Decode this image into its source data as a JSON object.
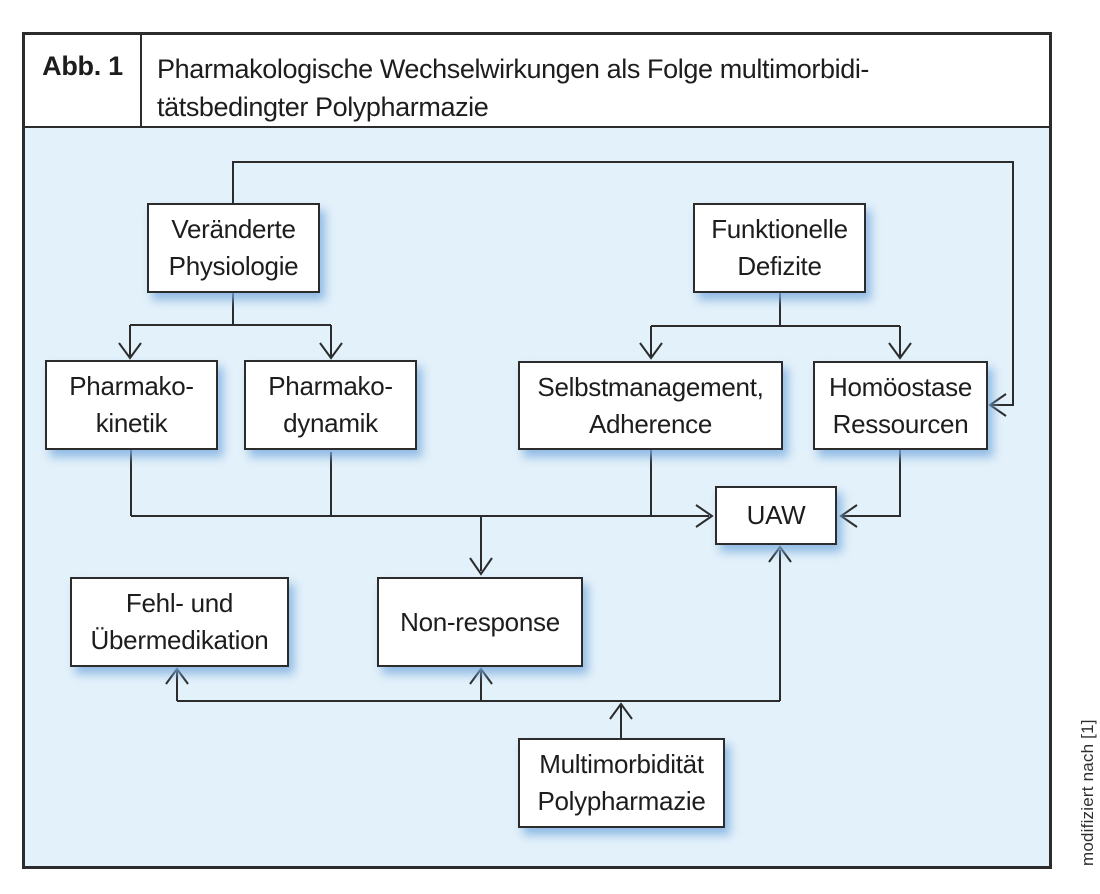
{
  "figure": {
    "label": "Abb. 1",
    "title_line1": "Pharmakologische Wechselwirkungen als Folge multimorbidi-",
    "title_line2": "tätsbedingter Polypharmazie",
    "side_credit": "modifiziert nach [1]"
  },
  "nodes": {
    "veraenderte_physiologie": {
      "line1": "Veränderte",
      "line2": "Physiologie"
    },
    "funktionelle_defizite": {
      "line1": "Funktionelle",
      "line2": "Defizite"
    },
    "pharmakokinetik": {
      "line1": "Pharmako-",
      "line2": "kinetik"
    },
    "pharmakodynamik": {
      "line1": "Pharmako-",
      "line2": "dynamik"
    },
    "selbstmanagement": {
      "line1": "Selbstmanagement,",
      "line2": "Adherence"
    },
    "homoeostase": {
      "line1": "Homöostase",
      "line2": "Ressourcen"
    },
    "uaw": {
      "line1": "UAW",
      "line2": ""
    },
    "fehl_uebermedikation": {
      "line1": "Fehl- und",
      "line2": "Übermedikation"
    },
    "non_response": {
      "line1": "Non-response",
      "line2": ""
    },
    "multimorbiditaet": {
      "line1": "Multimorbidität",
      "line2": "Polypharmazie"
    }
  },
  "edges": [
    {
      "from": "Veränderte Physiologie",
      "to": "Pharmakokinetik"
    },
    {
      "from": "Veränderte Physiologie",
      "to": "Pharmakodynamik"
    },
    {
      "from": "Veränderte Physiologie",
      "to": "Homöostase Ressourcen"
    },
    {
      "from": "Funktionelle Defizite",
      "to": "Selbstmanagement, Adherence"
    },
    {
      "from": "Funktionelle Defizite",
      "to": "Homöostase Ressourcen"
    },
    {
      "from": "Pharmakokinetik",
      "to": "UAW"
    },
    {
      "from": "Pharmakodynamik",
      "to": "UAW"
    },
    {
      "from": "Selbstmanagement, Adherence",
      "to": "UAW"
    },
    {
      "from": "Pharmakokinetik / Pharmakodynamik / Selbstmanagement",
      "to": "Non-response"
    },
    {
      "from": "Homöostase Ressourcen",
      "to": "UAW"
    },
    {
      "from": "Multimorbidität Polypharmazie",
      "to": "Fehl- und Übermedikation"
    },
    {
      "from": "Multimorbidität Polypharmazie",
      "to": "Non-response"
    },
    {
      "from": "Multimorbidität Polypharmazie",
      "to": "UAW"
    }
  ],
  "colors": {
    "panel_background": "#e3f1fa",
    "box_fill": "#ffffff",
    "box_border": "#2c2c2c",
    "line": "#2c2c2c",
    "box_glow": "#7cadde"
  }
}
